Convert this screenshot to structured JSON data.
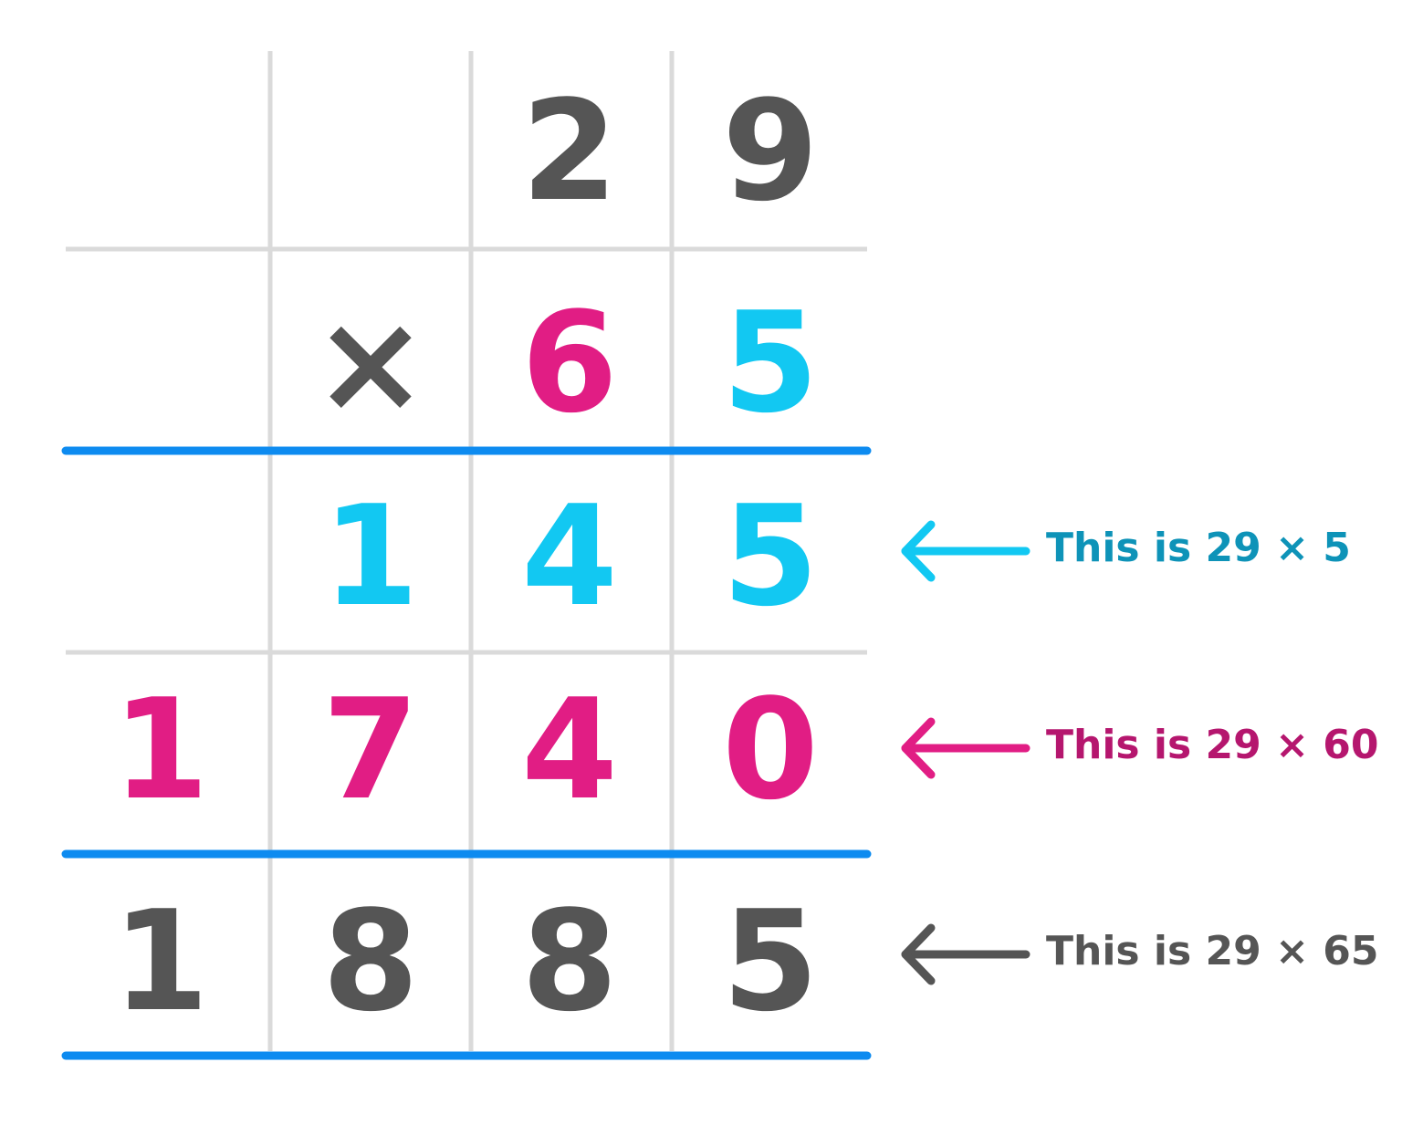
{
  "grid": {
    "rows": [
      {
        "role": "multiplicand",
        "cells": [
          "",
          "",
          "2",
          "9"
        ]
      },
      {
        "role": "multiplier",
        "cells": [
          "",
          "×",
          "6",
          "5"
        ]
      },
      {
        "role": "partial-product-ones",
        "cells": [
          "",
          "1",
          "4",
          "5"
        ]
      },
      {
        "role": "partial-product-tens",
        "cells": [
          "1",
          "7",
          "4",
          "0"
        ]
      },
      {
        "role": "final-product",
        "cells": [
          "1",
          "8",
          "8",
          "5"
        ]
      }
    ]
  },
  "annotations": [
    {
      "text": "This is 29 × 5",
      "color": "#0e93b8",
      "arrow_color": "#12c8f2"
    },
    {
      "text": "This is 29 × 60",
      "color": "#b5166e",
      "arrow_color": "#e11d84"
    },
    {
      "text": "This is 29 × 65",
      "color": "#555555",
      "arrow_color": "#555555"
    }
  ],
  "colors": {
    "dark": "#555555",
    "cyan": "#12c8f2",
    "magenta": "#e11d84",
    "rule": "#0d8bf0",
    "grid_line": "#dadada"
  }
}
